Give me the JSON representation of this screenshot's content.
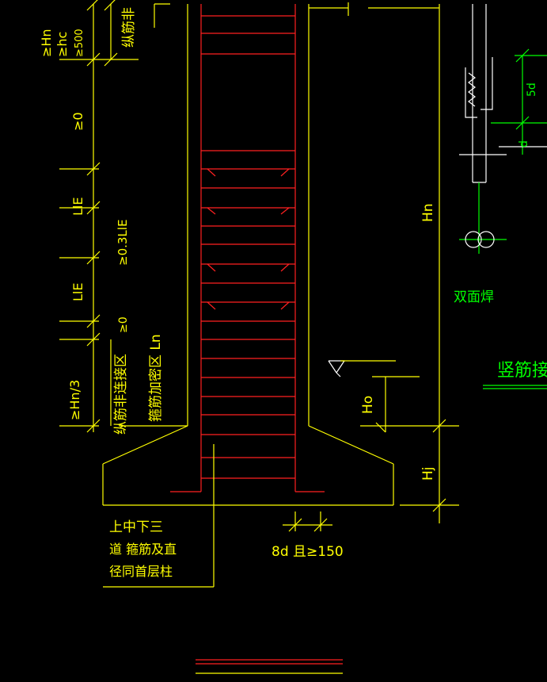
{
  "labels": {
    "hn_ge": "≥Hn",
    "hc_ge": "≥hc",
    "ge_500": "≥500",
    "ge_0_top": "≥0",
    "lle_top": "LlE",
    "ge_03lle": "≥0.3LlE",
    "lle_bottom": "LlE",
    "ge_0_bottom": "≥0",
    "ge_hn3": "≥Hn/3",
    "zone_connect_top": "纵筋非",
    "zone_connect": "纵筋非连接区",
    "zone_stirrup": "箍筋加密区 Ln",
    "hn_right": "Hn",
    "ho_right": "Ho",
    "hj_right": "Hj",
    "note_line1": "上中下三",
    "note_line2": "道 箍筋及直",
    "note_line3": "径同首层柱",
    "dim_bottom": "8d 且≥150",
    "dim_5d": "5d",
    "dim_d": "d",
    "double_weld": "双面焊",
    "title_partial": "竖筋接头"
  }
}
